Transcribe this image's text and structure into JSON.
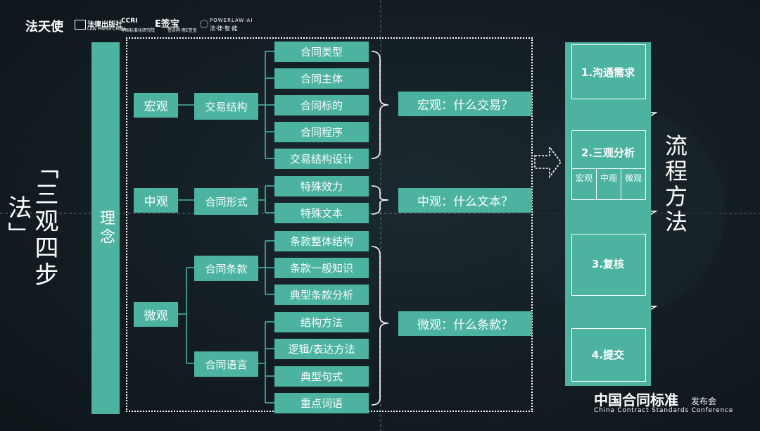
{
  "logos": {
    "logo1": "法天使",
    "logo2_title": "法律出版社",
    "logo2_sub": "LAW PRESS·CHINA",
    "logo3_title": "CCRI",
    "logo3_sub": "中国标准化研究院",
    "logo4_title": "E签宝",
    "logo4_sub": "签合同·用E签宝",
    "logo5_title": "POWERLAW·AI",
    "logo5_sub": "法·律·智·能"
  },
  "left_title": "「三观四步法」",
  "concept_label": "理念",
  "levels": {
    "macro": "宏观",
    "meso": "中观",
    "micro": "微观"
  },
  "subgroups": {
    "transaction_structure": "交易结构",
    "contract_form": "合同形式",
    "contract_clauses": "合同条款",
    "contract_language": "合同语言"
  },
  "items": {
    "macro": [
      "合同类型",
      "合同主体",
      "合同标的",
      "合同程序",
      "交易结构设计"
    ],
    "meso": [
      "特殊效力",
      "特殊文本"
    ],
    "clauses": [
      "条款整体结构",
      "条款一般知识",
      "典型条款分析"
    ],
    "language": [
      "结构方法",
      "逻辑/表达方法",
      "典型句式",
      "重点词语"
    ]
  },
  "questions": {
    "macro": "宏观：什么交易？",
    "meso": "中观：什么文本？",
    "micro": "微观：什么条款？"
  },
  "process_label": "流程方法",
  "steps": {
    "s1": "1.沟通需求",
    "s2": "2.三观分析",
    "s2_sub": [
      "宏观",
      "中观",
      "微观"
    ],
    "s3": "3.复核",
    "s4": "4.提交"
  },
  "footer": {
    "title": "中国合同标准",
    "title_suffix": "发布会",
    "subtitle": "China Contract Standards Conference"
  },
  "colors": {
    "teal": "#4bb3a0",
    "background": "#131d22",
    "text": "#ffffff"
  }
}
